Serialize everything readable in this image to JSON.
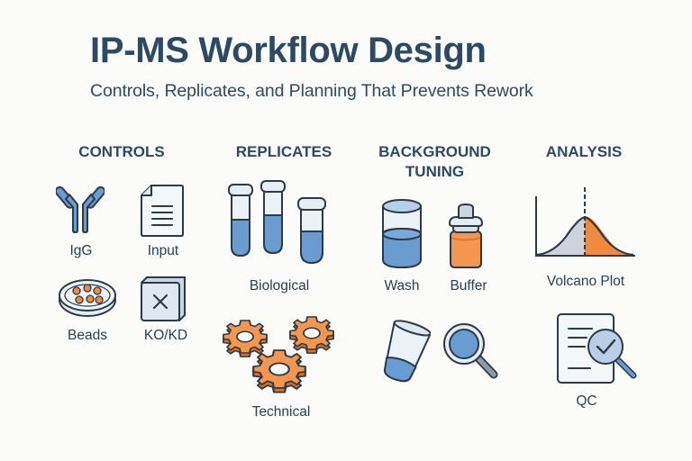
{
  "header": {
    "title": "IP-MS Workflow Design",
    "subtitle": "Controls, Replicates, and Planning That Prevents Rework"
  },
  "colors": {
    "text": "#2e4a63",
    "outline": "#2b3a46",
    "blue_fill": "#6a9bd1",
    "light_blue": "#dce8f3",
    "orange_fill": "#f08a3e",
    "gray_fill": "#ccd3dc"
  },
  "sections": [
    {
      "heading": "CONTROLS",
      "items": [
        {
          "label": "IgG",
          "icon": "antibody-icon"
        },
        {
          "label": "Input",
          "icon": "document-icon"
        },
        {
          "label": "Beads",
          "icon": "bead-dish-icon"
        },
        {
          "label": "KO/KD",
          "icon": "x-box-icon"
        }
      ]
    },
    {
      "heading": "REPLICATES",
      "items": [
        {
          "label": "Biological",
          "icon": "test-tubes-icon"
        },
        {
          "label": "Technical",
          "icon": "gears-icon"
        }
      ]
    },
    {
      "heading_line1": "BACKGROUND",
      "heading_line2": "TUNING",
      "items": [
        {
          "label": "Wash",
          "icon": "beaker-icon"
        },
        {
          "label": "Buffer",
          "icon": "dropper-bottle-icon"
        },
        {
          "label": "",
          "icon": "tilted-cup-icon"
        },
        {
          "label": "",
          "icon": "magnifier-icon"
        }
      ]
    },
    {
      "heading": "ANALYSIS",
      "items": [
        {
          "label": "Volcano Plot",
          "icon": "volcano-plot-icon"
        },
        {
          "label": "QC",
          "icon": "qc-document-icon"
        }
      ]
    }
  ]
}
